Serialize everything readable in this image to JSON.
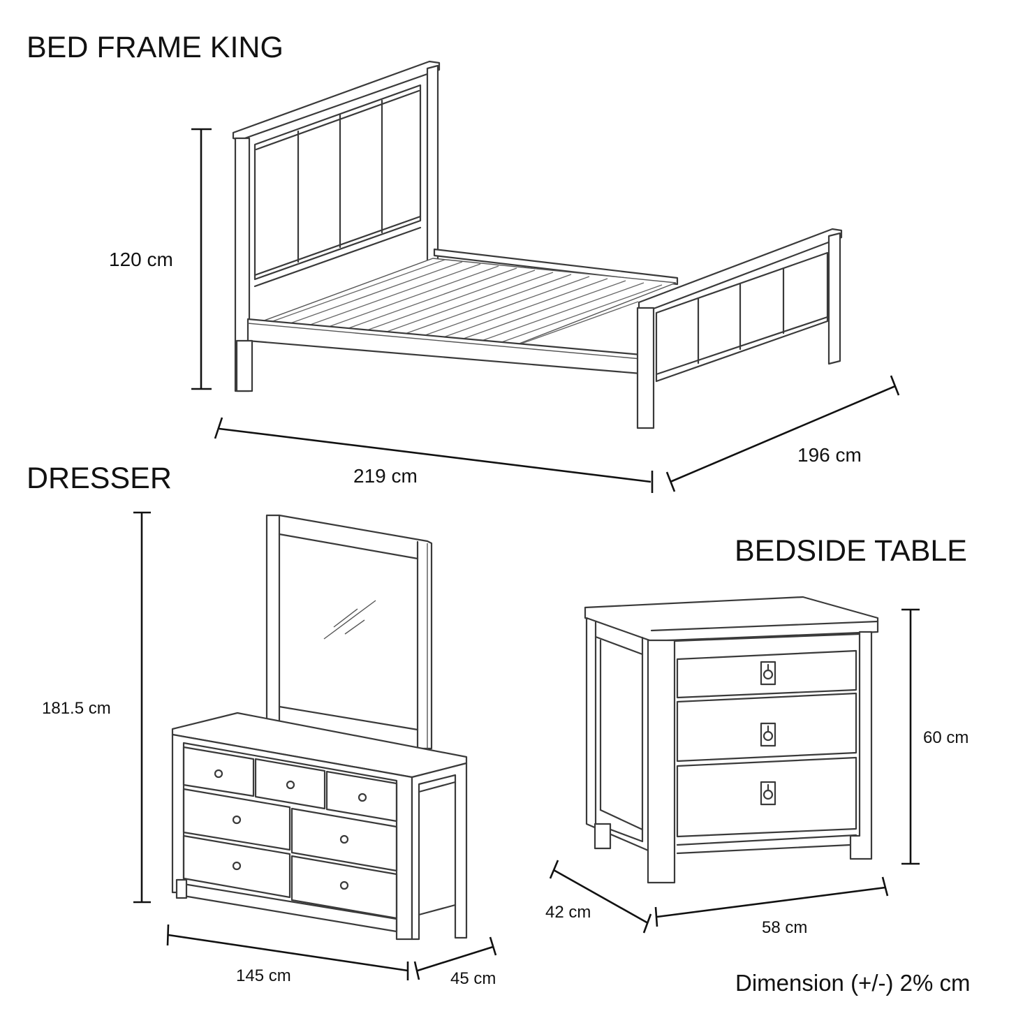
{
  "sections": {
    "bed": {
      "title": "BED FRAME KING",
      "height": "120 cm",
      "length": "219 cm",
      "width": "196 cm"
    },
    "dresser": {
      "title": "DRESSER",
      "height": "181.5 cm",
      "width": "145 cm",
      "depth": "45 cm",
      "drawer_count": 7
    },
    "bedside_table": {
      "title": "BEDSIDE TABLE",
      "height": "60 cm",
      "width": "58 cm",
      "depth": "42 cm",
      "drawer_count": 3
    }
  },
  "footer": {
    "tolerance_note": "Dimension (+/-) 2% cm"
  }
}
